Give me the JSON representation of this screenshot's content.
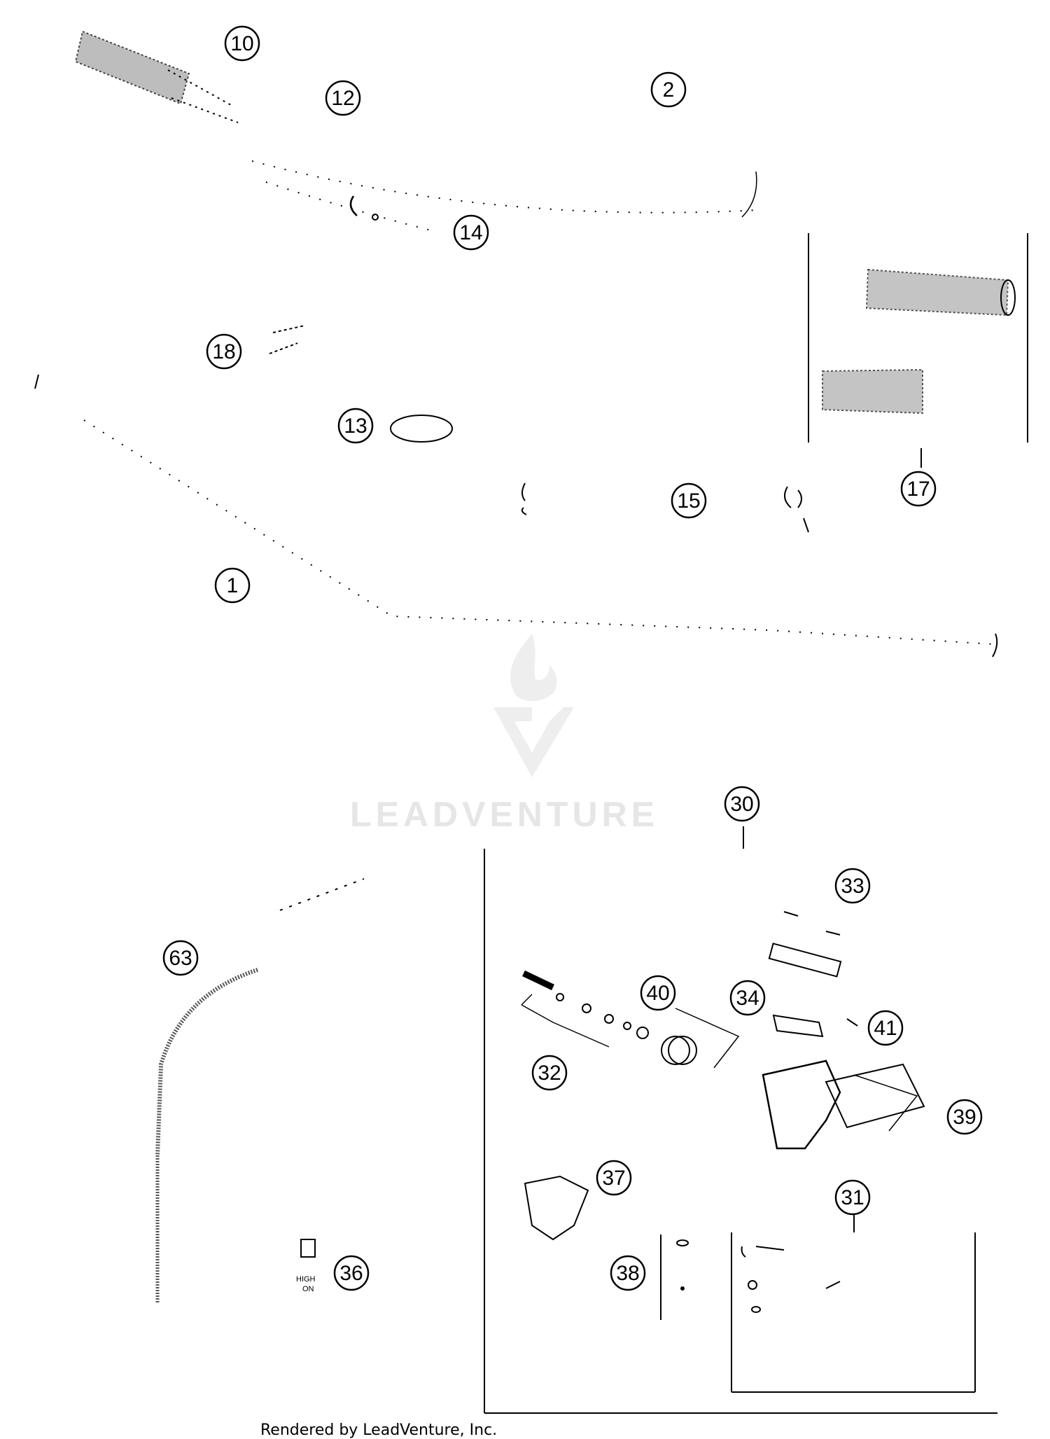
{
  "diagram": {
    "callouts": [
      "10",
      "12",
      "2",
      "14",
      "18",
      "13",
      "15",
      "17",
      "1",
      "30",
      "33",
      "63",
      "40",
      "34",
      "41",
      "32",
      "39",
      "37",
      "31",
      "38",
      "36"
    ],
    "watermark": "LEADVENTURE",
    "footer": "Rendered by LeadVenture, Inc.",
    "label_36": [
      "HIGH",
      "ON"
    ]
  }
}
